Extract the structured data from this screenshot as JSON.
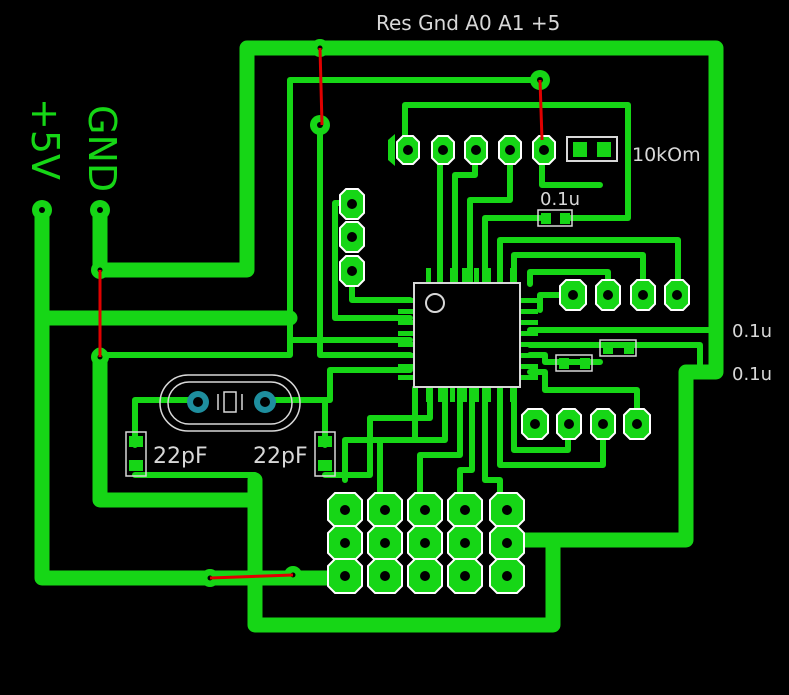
{
  "header_pins_label": "Res Gnd A0 A1 +5",
  "power_labels": {
    "vcc": "+5V",
    "gnd": "GND"
  },
  "resistor_label": "10kOm",
  "capacitor_labels": {
    "decoupling_top": "0.1u",
    "right_upper": "0.1u",
    "right_lower": "0.1u"
  },
  "crystal_cap_labels": {
    "left": "22pF",
    "right": "22pF"
  },
  "colors": {
    "trace": "#16d616",
    "jumper": "#e00000",
    "silk": "#d8d8d8",
    "pad_ring": "#ffffff",
    "background": "#000000"
  }
}
